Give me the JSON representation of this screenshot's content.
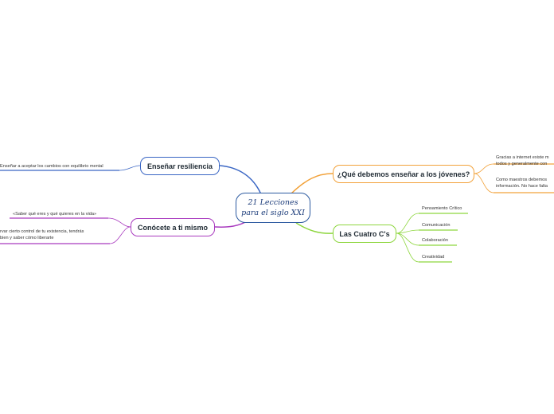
{
  "central": {
    "line1": "21 Lecciones",
    "line2": "para el siglo XXI"
  },
  "branches": {
    "resiliencia": {
      "label": "Enseñar resiliencia",
      "color": "#3a66c4",
      "leaves": [
        "Enseñar a aceptar los cambios con equilibrio mental"
      ]
    },
    "conocete": {
      "label": "Conócete a ti mismo",
      "color": "#a93bbf",
      "leaves": [
        "«Saber qué eres y qué quieres en la vida»",
        "rvar cierto control de tu existencia, tendrás",
        "bien y saber cómo liberarte"
      ]
    },
    "ensenar": {
      "label": "¿Qué debemos enseñar a los jóvenes?",
      "color": "#f2a23a",
      "leaves": [
        "Gracias a inter",
        "net existe m",
        "todos y generalmente con",
        "Como maestros debemos",
        "información. No hace falta"
      ]
    },
    "cuatro": {
      "label": "Las Cuatro C's",
      "color": "#8ed63f",
      "leaves": [
        "Pensamiento Crítico",
        "Comunicación",
        "Colaboración",
        "Creatividad"
      ]
    }
  }
}
